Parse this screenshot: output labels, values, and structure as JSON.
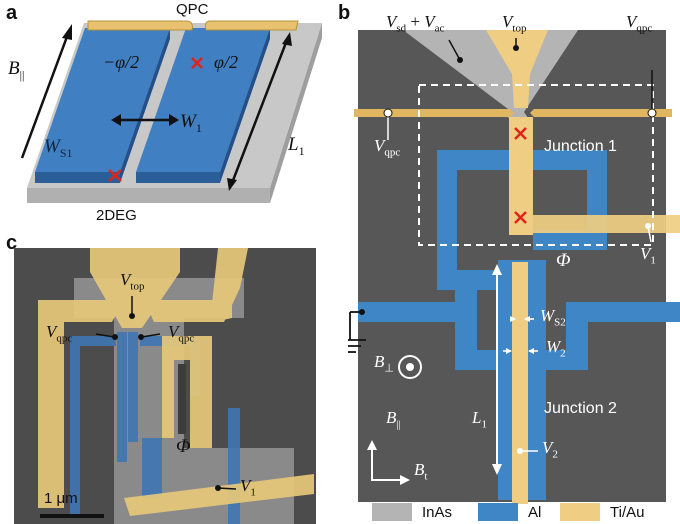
{
  "panels": {
    "a": "a",
    "b": "b",
    "c": "c"
  },
  "panel_a": {
    "qpc": "QPC",
    "minus_phi": "−φ/2",
    "phi": "φ/2",
    "b_parallel": "B",
    "b_parallel_sub": "||",
    "w_s1": "W",
    "w_s1_sub": "S1",
    "w_1": "W",
    "w_1_sub": "1",
    "l_1": "L",
    "l_1_sub": "1",
    "two_deg": "2DEG"
  },
  "panel_b": {
    "vsd": "V",
    "vsd_sub": "sd",
    "plus": " + ",
    "vac": "V",
    "vac_sub": "ac",
    "vtop": "V",
    "vtop_sub": "top",
    "vqpc_right": "V",
    "vqpc_right_sub": "qpc",
    "vqpc_left": "V",
    "vqpc_left_sub": "qpc",
    "junction1": "Junction 1",
    "junction2": "Junction 2",
    "v1": "V",
    "v1_sub": "1",
    "flux": "Φ",
    "ws2": "W",
    "ws2_sub": "S2",
    "w2": "W",
    "w2_sub": "2",
    "b_perp": "B",
    "b_perp_sub": "⊥",
    "l1": "L",
    "l1_sub": "1",
    "b_par": "B",
    "b_par_sub": "||",
    "bt": "B",
    "bt_sub": "t",
    "v2": "V",
    "v2_sub": "2"
  },
  "panel_c": {
    "vtop": "V",
    "vtop_sub": "top",
    "vqpc_left": "V",
    "vqpc_left_sub": "qpc",
    "vqpc_right": "V",
    "vqpc_right_sub": "qpc",
    "flux": "Φ",
    "v1": "V",
    "v1_sub": "1",
    "scale": "1 μm"
  },
  "legend": [
    {
      "label": "InAs",
      "color": "#b4b4b4"
    },
    {
      "label": "Al",
      "color": "#3f86c6"
    },
    {
      "label": "Ti/Au",
      "color": "#efce83"
    }
  ],
  "colors": {
    "inas": "#b4b4b4",
    "al": "#3f86c6",
    "tiau": "#efce83",
    "substrate": "#575757",
    "junction_mark": "#e0231b"
  }
}
